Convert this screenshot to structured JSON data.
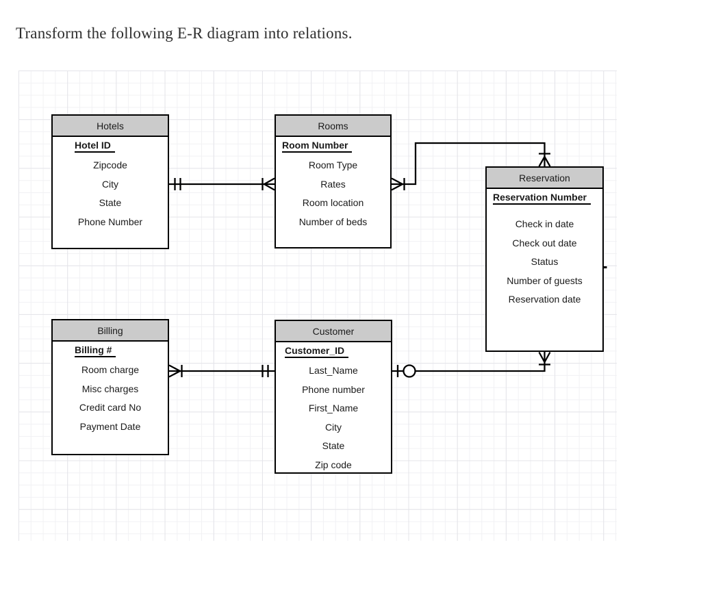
{
  "page": {
    "title": "Transform the following E-R diagram into relations."
  },
  "diagram": {
    "entities": [
      {
        "name": "Hotels",
        "pk": "Hotel ID",
        "attributes": [
          "Zipcode",
          "City",
          "State",
          "Phone Number"
        ]
      },
      {
        "name": "Rooms",
        "pk": "Room Number",
        "attributes": [
          "Room Type",
          "Rates",
          "Room location",
          "Number of beds"
        ]
      },
      {
        "name": "Reservation",
        "pk": "Reservation Number",
        "attributes": [
          "",
          "Check in date",
          "Check out date",
          "Status",
          "Number of guests",
          "Reservation date"
        ]
      },
      {
        "name": "Billing",
        "pk": "Billing #",
        "attributes": [
          "Room charge",
          "Misc charges",
          "Credit card No",
          "Payment Date"
        ]
      },
      {
        "name": "Customer",
        "pk": "Customer_ID",
        "attributes": [
          "Last_Name",
          "Phone number",
          "First_Name",
          "City",
          "State",
          "Zip code"
        ]
      }
    ],
    "relationships": [
      {
        "from": "Hotels",
        "to": "Rooms",
        "from_cardinality": "one and only one",
        "to_cardinality": "one or many"
      },
      {
        "from": "Rooms",
        "to": "Reservation",
        "from_cardinality": "one or many",
        "to_cardinality": "one or many"
      },
      {
        "from": "Billing",
        "to": "Customer",
        "from_cardinality": "one or many",
        "to_cardinality": "one and only one"
      },
      {
        "from": "Customer",
        "to": "Reservation",
        "from_cardinality": "zero or one (optional)",
        "to_cardinality": "one or many"
      }
    ],
    "colors": {
      "entity_header_fill": "#cbcbcb",
      "entity_border": "#000000",
      "connector_line": "#000000",
      "grid_minor": "#f1f1f4",
      "grid_major": "#e4e4e9"
    }
  }
}
